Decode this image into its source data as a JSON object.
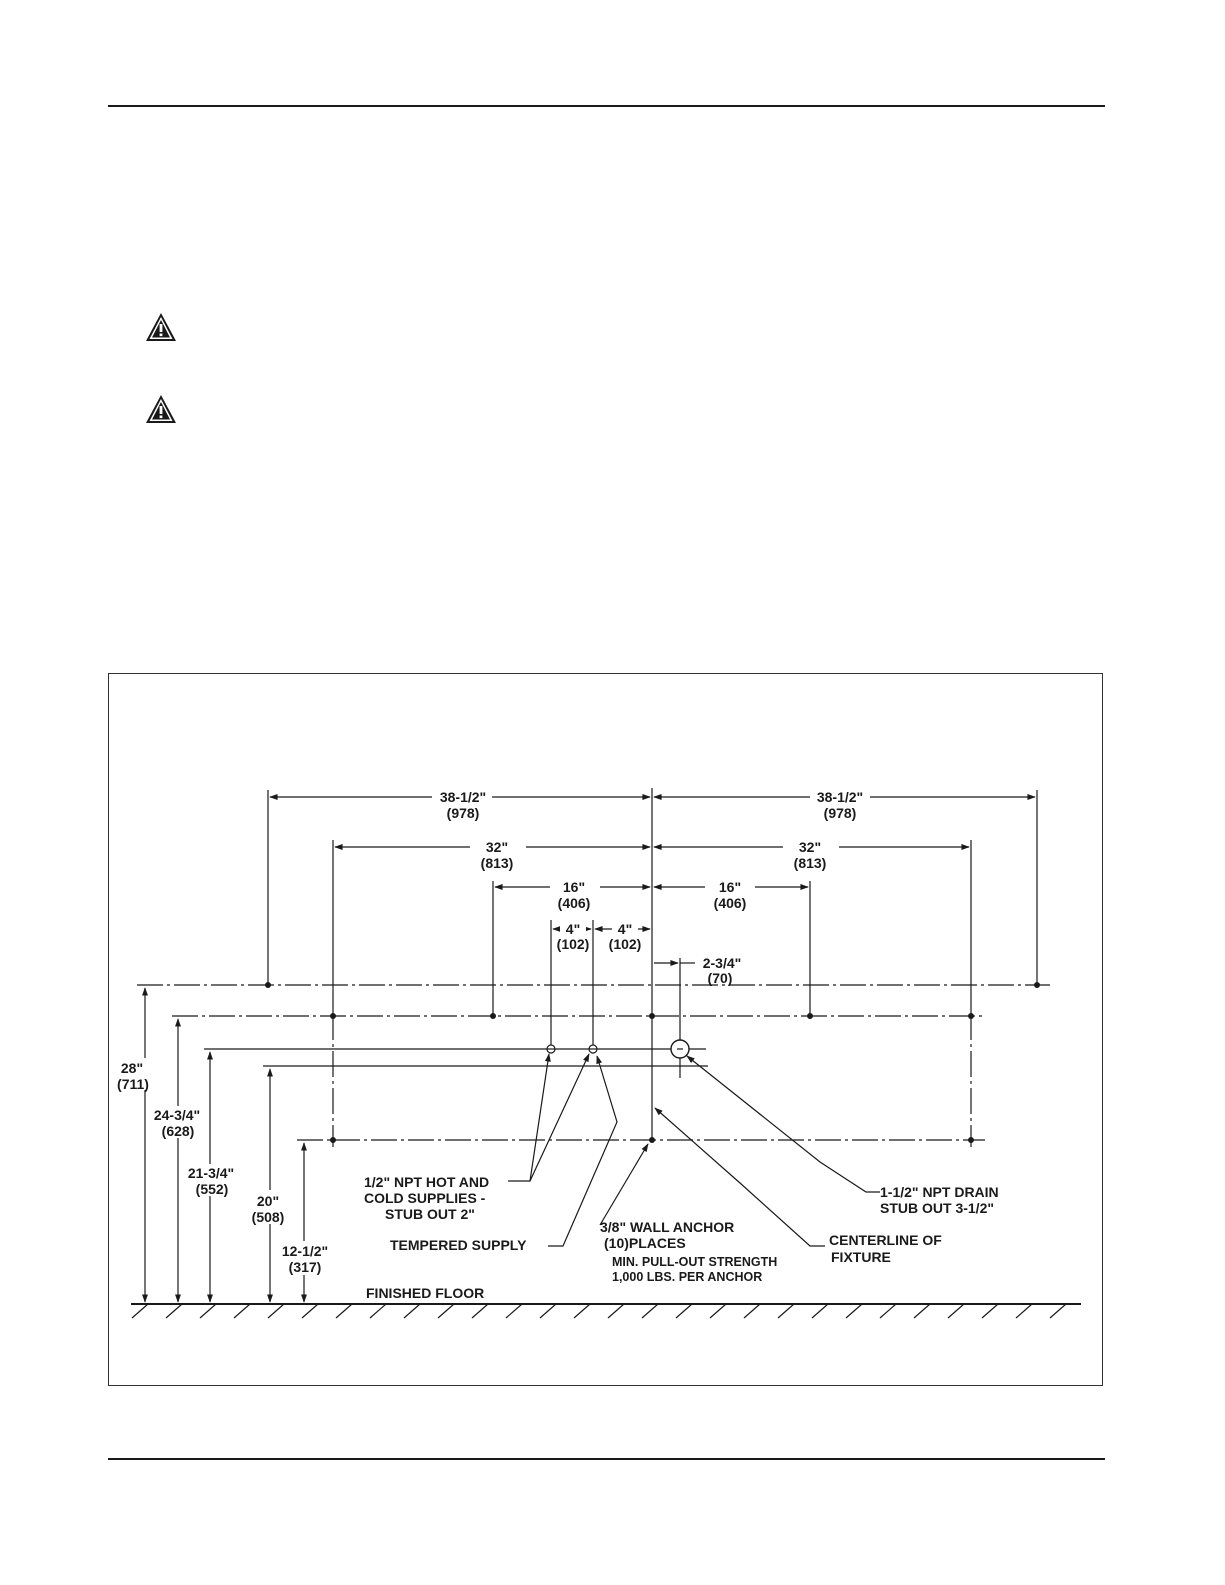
{
  "header_rule": true,
  "warnings": [
    {
      "icon": "warning-triangle-icon"
    },
    {
      "icon": "warning-triangle-icon"
    }
  ],
  "diagram": {
    "dims_top": {
      "left_38": {
        "in": "38-1/2\"",
        "mm": "(978)"
      },
      "right_38": {
        "in": "38-1/2\"",
        "mm": "(978)"
      },
      "left_32": {
        "in": "32\"",
        "mm": "(813)"
      },
      "right_32": {
        "in": "32\"",
        "mm": "(813)"
      },
      "left_16": {
        "in": "16\"",
        "mm": "(406)"
      },
      "right_16": {
        "in": "16\"",
        "mm": "(406)"
      },
      "left_4": {
        "in": "4\"",
        "mm": "(102)"
      },
      "right_4": {
        "in": "4\"",
        "mm": "(102)"
      },
      "drain_offset": {
        "in": "2-3/4\"",
        "mm": "(70)"
      }
    },
    "dims_left": {
      "h28": {
        "in": "28\"",
        "mm": "(711)"
      },
      "h24": {
        "in": "24-3/4\"",
        "mm": "(628)"
      },
      "h21": {
        "in": "21-3/4\"",
        "mm": "(552)"
      },
      "h20": {
        "in": "20\"",
        "mm": "(508)"
      },
      "h12": {
        "in": "12-1/2\"",
        "mm": "(317)"
      }
    },
    "callouts": {
      "supplies": [
        "1/2\" NPT HOT AND",
        "COLD SUPPLIES -",
        "STUB OUT 2\""
      ],
      "tempered": "TEMPERED SUPPLY",
      "anchor": [
        "3/8\" WALL ANCHOR",
        "(10)PLACES"
      ],
      "anchor_note": [
        "MIN. PULL-OUT STRENGTH",
        "1,000 LBS.  PER ANCHOR"
      ],
      "centerline": [
        "CENTERLINE OF",
        "FIXTURE"
      ],
      "drain": [
        "1-1/2\" NPT DRAIN",
        "STUB OUT 3-1/2\""
      ],
      "floor": "FINISHED FLOOR"
    }
  },
  "footer_rule": true
}
